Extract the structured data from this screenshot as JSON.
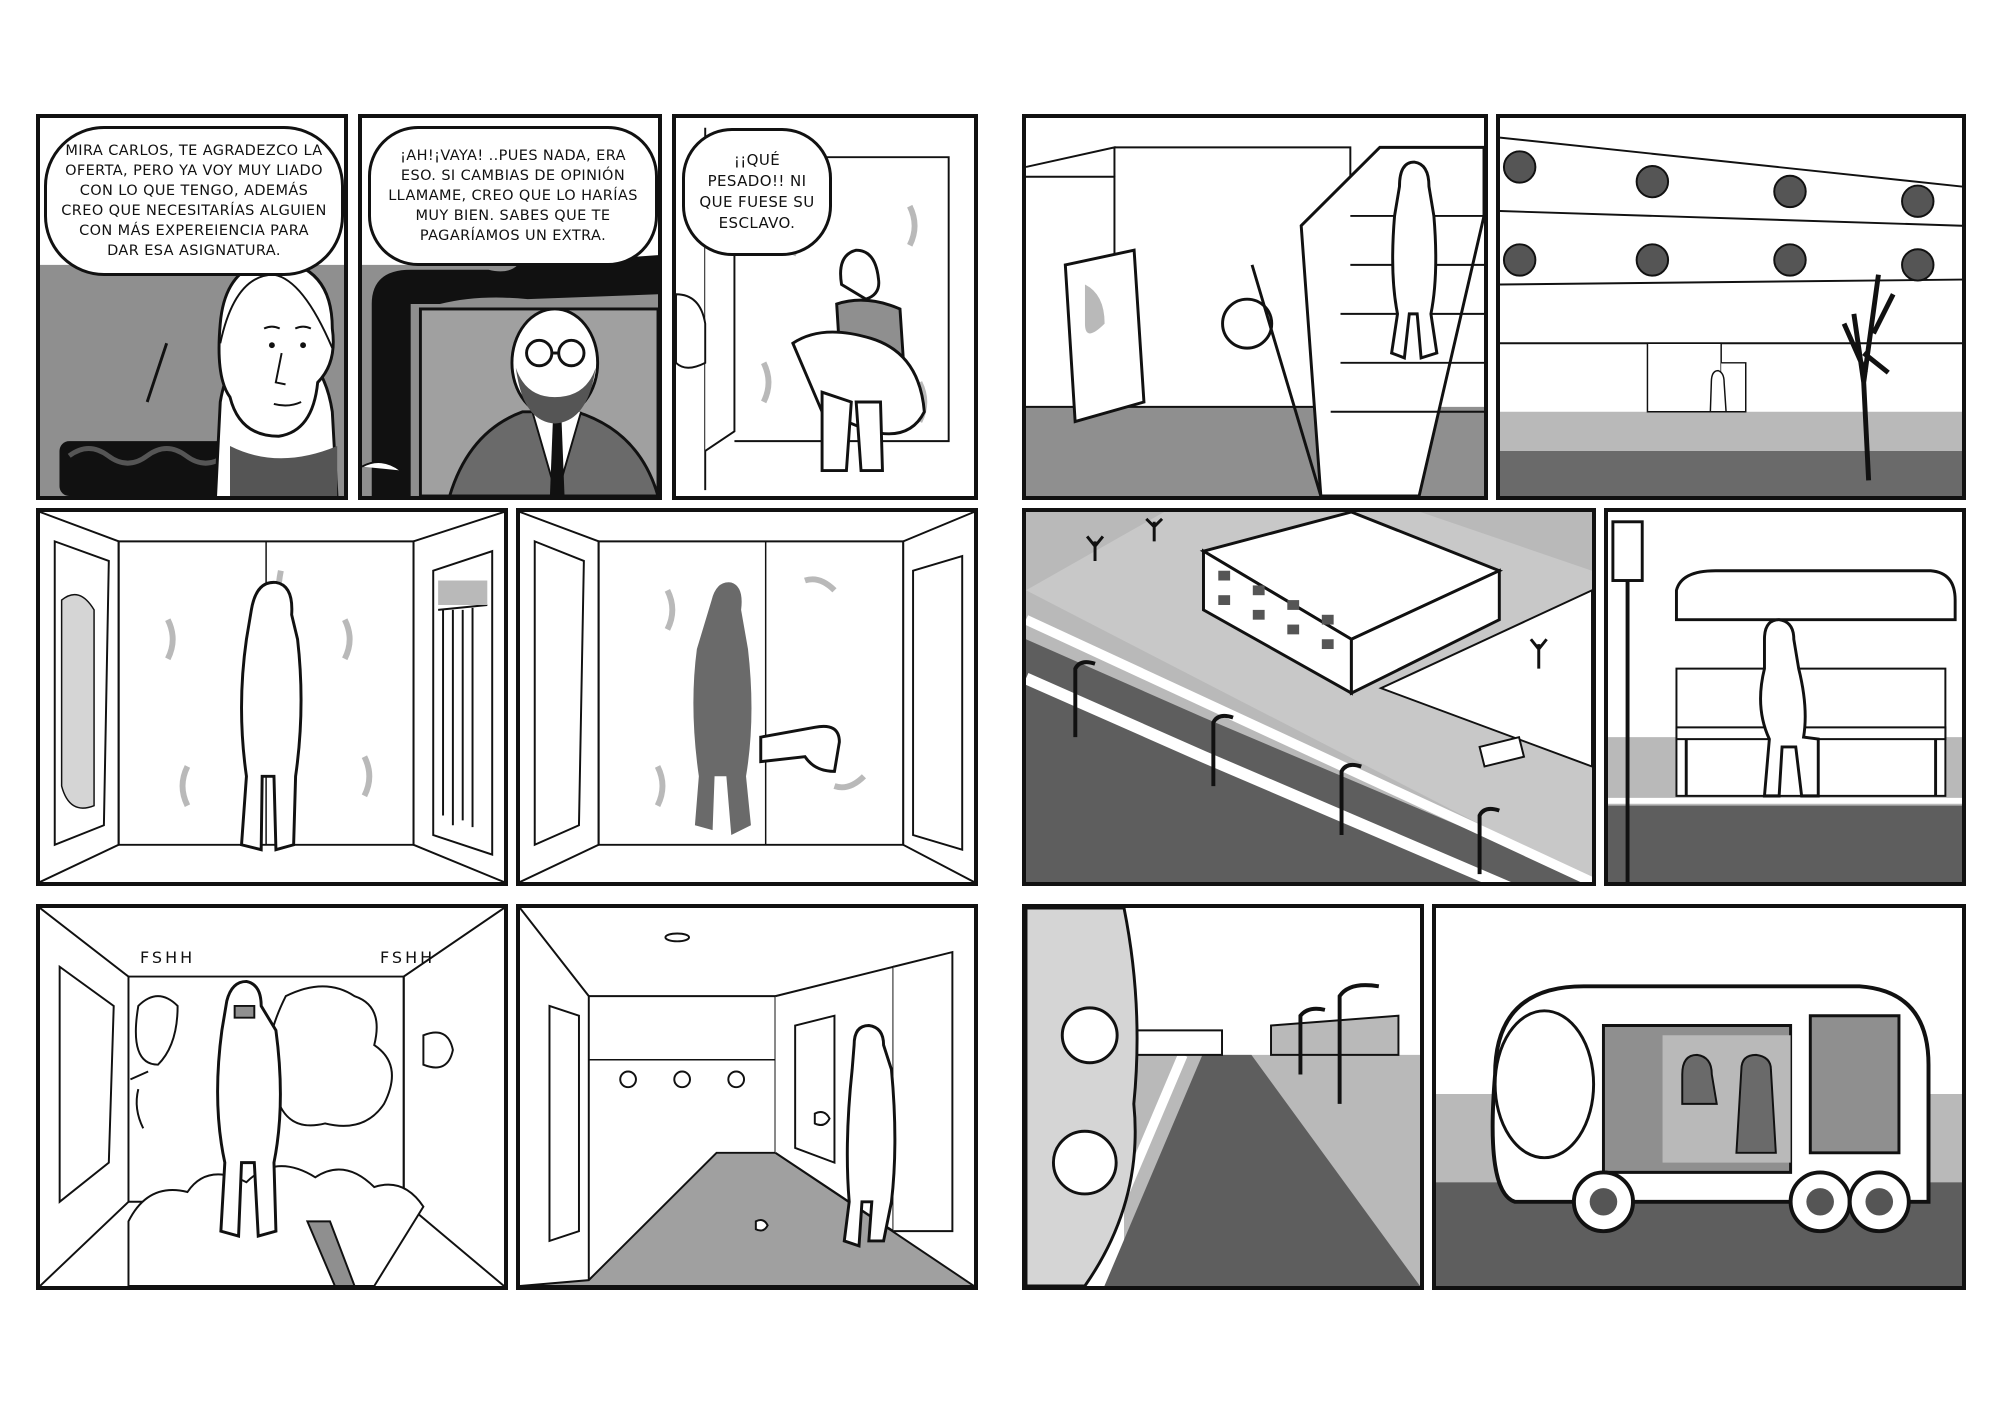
{
  "page": {
    "left_page": {
      "row1": {
        "panel1_speech": "MIRA CARLOS, TE AGRADEZCO LA OFERTA, PERO YA VOY MUY LIADO CON LO QUE TENGO, ADEMÁS CREO QUE NECESITARÍAS ALGUIEN CON MÁS EXPEREIENCIA PARA DAR ESA ASIGNATURA.",
        "panel2_speech": "¡AH!¡VAYA! ..PUES NADA, ERA ESO. SI CAMBIAS DE OPINIÓN LLAMAME, CREO QUE LO HARÍAS MUY BIEN. SABES QUE TE PAGARÍAMOS UN EXTRA.",
        "panel3_speech": "¡¡QUÉ PESADO!! NI QUE FUESE SU ESCLAVO."
      },
      "row3": {
        "sfx_left": "FSHH",
        "sfx_right": "FSHH"
      }
    }
  },
  "colors": {
    "ink": "#111111",
    "gray_light": "#b9b9b9",
    "gray_mid": "#8f8f8f",
    "gray_dark": "#6a6a6a",
    "road": "#5e5e5e",
    "paper": "#ffffff"
  }
}
